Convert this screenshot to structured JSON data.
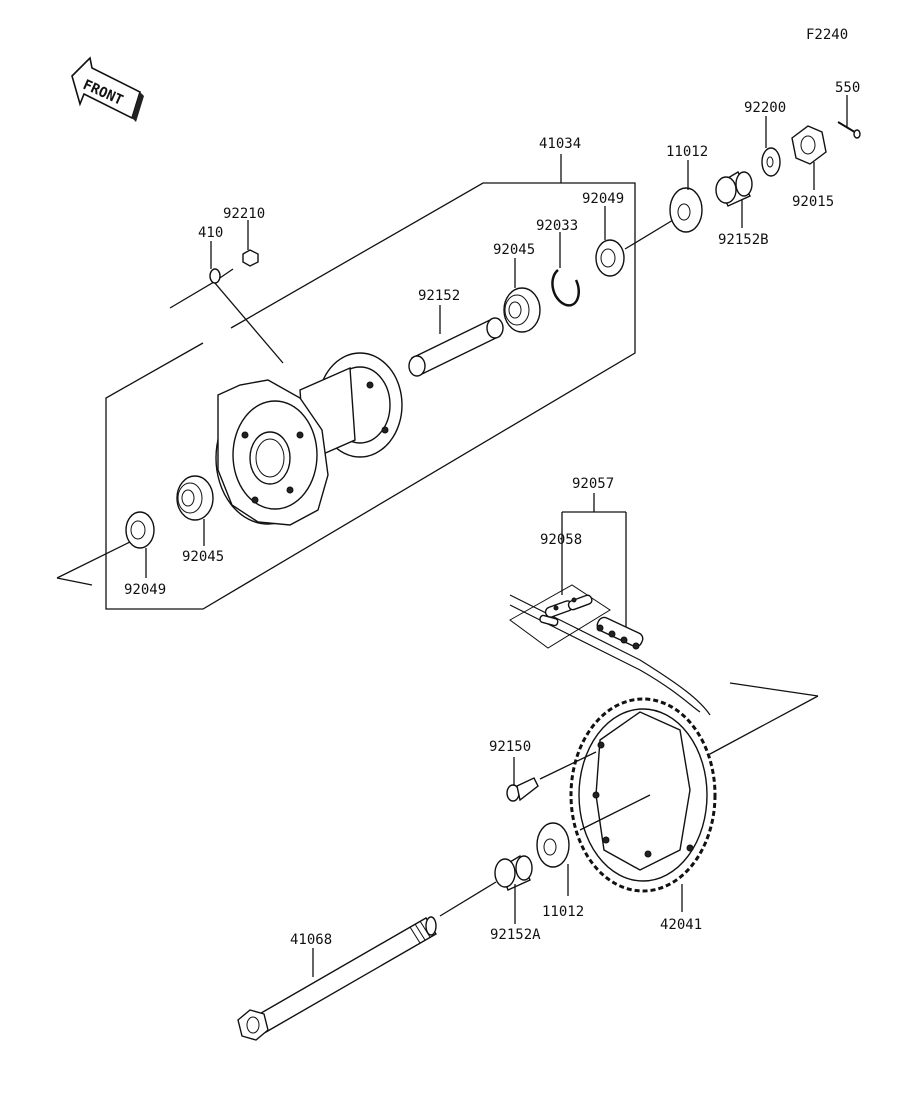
{
  "figure_id": "F2240",
  "front_label": "FRONT",
  "callouts": {
    "p550": "550",
    "p92200": "92200",
    "p92015": "92015",
    "p11012_top": "11012",
    "p92152B": "92152B",
    "p41034": "41034",
    "p92049_top": "92049",
    "p92033": "92033",
    "p92045_top": "92045",
    "p92210": "92210",
    "p410": "410",
    "p92152": "92152",
    "p92045_bottom": "92045",
    "p92049_bottom": "92049",
    "p92057": "92057",
    "p92058": "92058",
    "p92150": "92150",
    "p11012_bottom": "11012",
    "p42041": "42041",
    "p92152A": "92152A",
    "p41068": "41068"
  }
}
